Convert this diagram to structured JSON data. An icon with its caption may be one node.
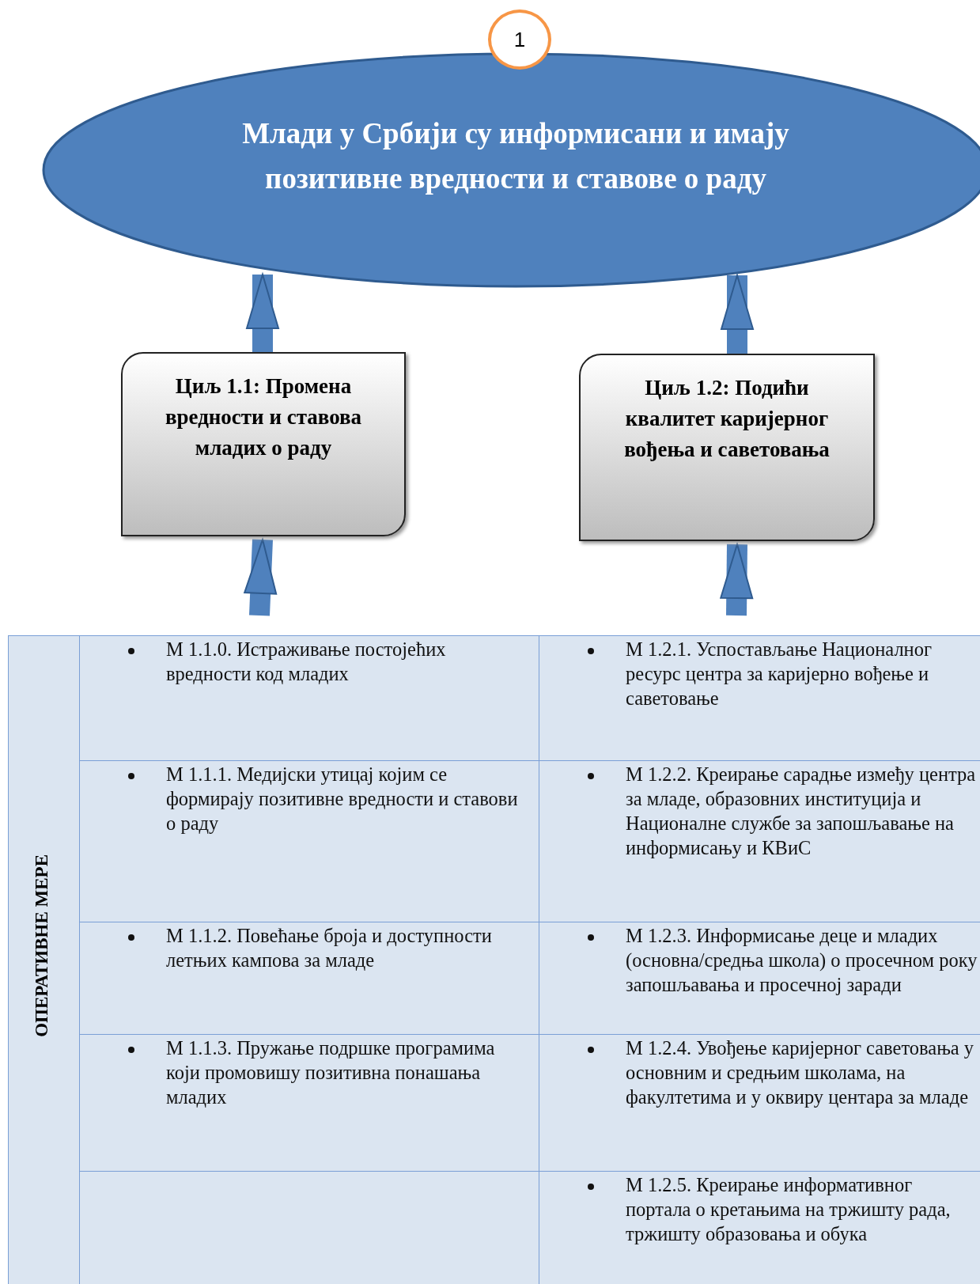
{
  "diagram": {
    "nodes": [
      {
        "text": [
          "1"
        ]
      },
      {
        "text": [
          "Млади у Србији су информисани и имају позитивне вредности и ставове о раду"
        ]
      },
      {
        "text": [
          "Циљ 1.1: Промена вредности и ставова младих о раду"
        ]
      },
      {
        "text": [
          "Циљ 1.2: Подићи квалитет каријерног вођења и саветовања"
        ]
      }
    ],
    "edges": [
      {
        "from": 2,
        "to": 1,
        "arrow": "to"
      },
      {
        "from": 3,
        "to": 1,
        "arrow": "to"
      },
      {
        "from": null,
        "to": 2,
        "arrow": "to"
      },
      {
        "from": null,
        "to": 3,
        "arrow": "to"
      }
    ],
    "labels": [
      "ОПЕРАТИВНЕ МЕРЕ",
      "М 1.1.0. Истраживање постојећих вредности код младих",
      "М 1.2.1. Успостављање Националног ресурс центра за каријерно вођење и саветовање",
      "М 1.1.1. Медијски утицај којим се формирају позитивне вредности  и ставови о раду",
      "М 1.2.2. Креирање сарадње између центра за младе, образовних институција и Националне службе за запошљавање  на информисању и КВиС",
      "М 1.1.2. Повећање броја и доступности летњих кампова за младе",
      "М 1.2.3. Информисање деце и младих (основна/средња школа) о просечном року запошљавања и просечној заради",
      "М 1.1.3. Пружање подршке програмима који промовишу позитивна понашања младих",
      "М 1.2.4. Увођење каријерног саветовања  у основним и средњим школама, на факултетима и у оквиру центара за младе",
      "М 1.2.5. Креирање информативног портала о кретањима на тржишту рада, тржишту образовања и обука"
    ]
  }
}
